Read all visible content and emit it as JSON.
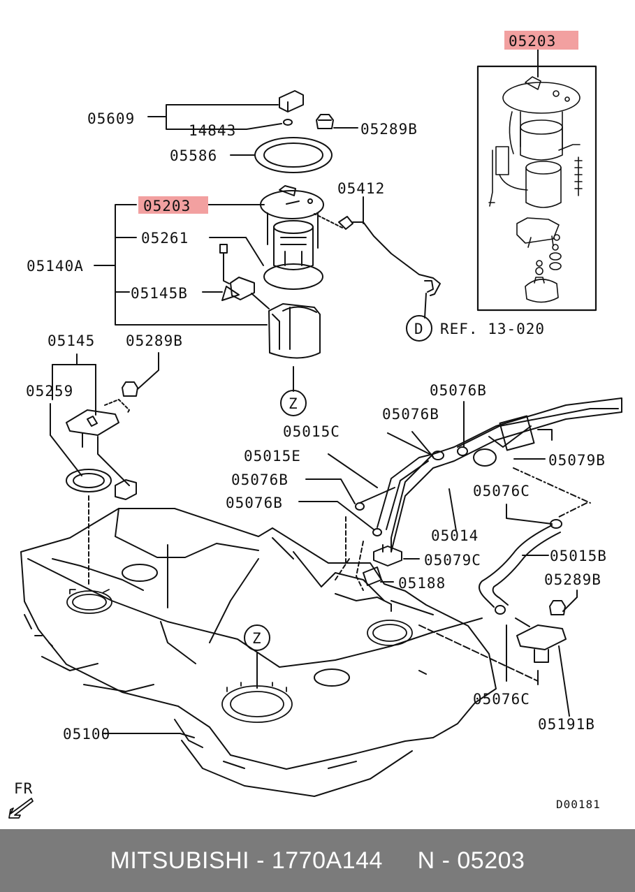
{
  "labels": {
    "p05203_top": "05203",
    "p05609": "05609",
    "p14843": "14843",
    "p05289B_a": "05289B",
    "p05586": "05586",
    "p05412": "05412",
    "p05203_mid": "05203",
    "p05261": "05261",
    "p05140A": "05140A",
    "p05145B": "05145B",
    "refD": "D",
    "ref": "REF. 13-020",
    "p05145": "05145",
    "p05289B_b": "05289B",
    "p05259": "05259",
    "zoneZ1": "Z",
    "p05076B_a": "05076B",
    "p05076B_b": "05076B",
    "p05015C": "05015C",
    "p05015E": "05015E",
    "p05076B_c": "05076B",
    "p05076B_d": "05076B",
    "p05079B": "05079B",
    "p05076C_a": "05076C",
    "p05014": "05014",
    "p05015B": "05015B",
    "p05079C": "05079C",
    "p05188": "05188",
    "p05289B_c": "05289B",
    "zoneZ2": "Z",
    "p05100": "05100",
    "p05076C_b": "05076C",
    "p05191B": "05191B",
    "fr": "FR",
    "code": "D00181"
  },
  "footer": {
    "text": "MITSUBISHI - 1770A144     N - 05203"
  },
  "colors": {
    "highlight": "#f2a0a0",
    "footer_bg": "#7b7b7b",
    "ink": "#111111"
  }
}
